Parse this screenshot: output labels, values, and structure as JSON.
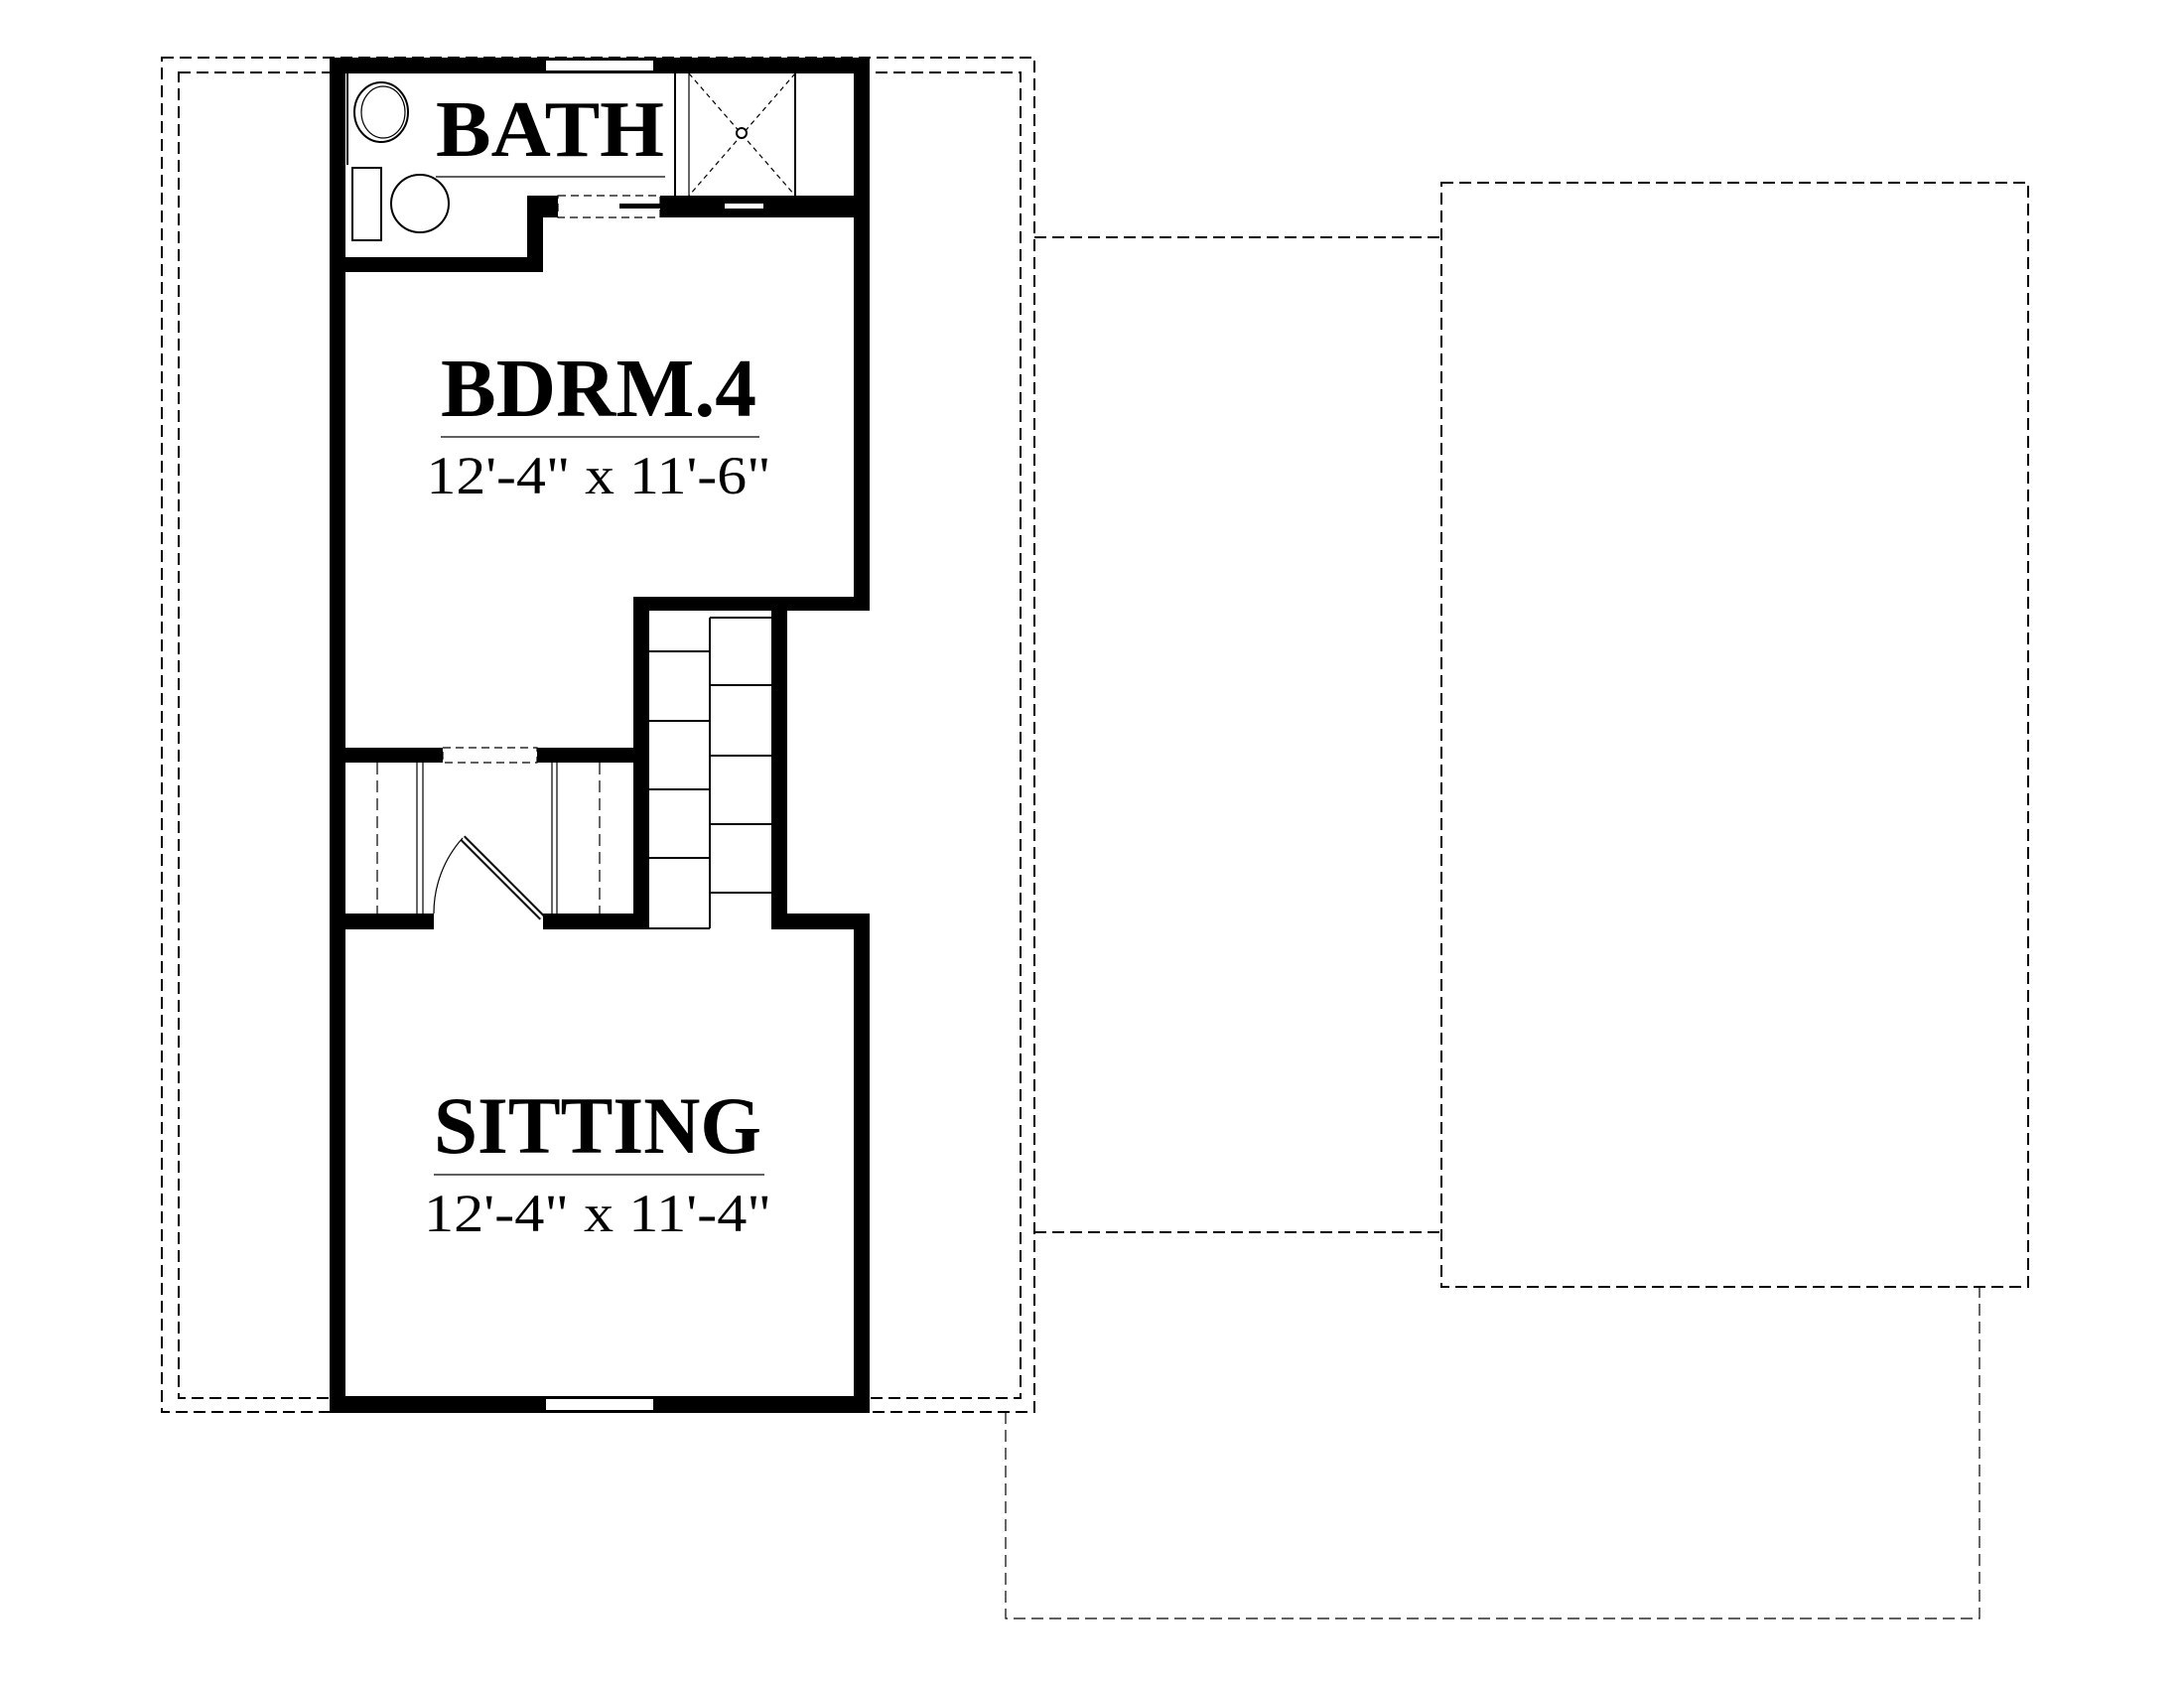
{
  "plan": {
    "rooms": [
      {
        "name": "BATH",
        "dimensions": ""
      },
      {
        "name": "BDRM.4",
        "dimensions": "12'-4\" x 11'-6\""
      },
      {
        "name": "SITTING",
        "dimensions": "12'-4\" x 11'-4\""
      }
    ]
  },
  "colors": {
    "ink": "#000000",
    "background": "#ffffff"
  }
}
